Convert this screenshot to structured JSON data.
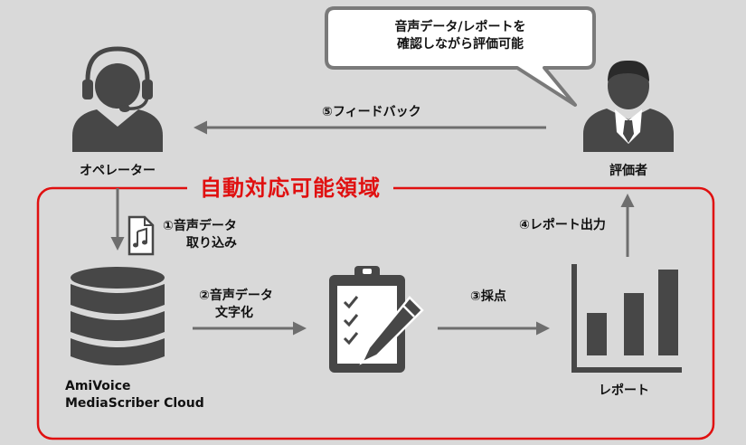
{
  "speech_bubble": {
    "line1": "音声データ/レポートを",
    "line2": "確認しながら評価可能"
  },
  "operator": {
    "label": "オペレーター"
  },
  "evaluator": {
    "label": "評価者"
  },
  "feedback": {
    "label": "⑤フィードバック"
  },
  "auto_region": {
    "title": "自動対応可能領域"
  },
  "step1": {
    "line1": "①音声データ",
    "line2": "取り込み"
  },
  "step2": {
    "line1": "②音声データ",
    "line2": "文字化"
  },
  "step3": {
    "label": "③採点"
  },
  "step4": {
    "label": "④レポート出力"
  },
  "database": {
    "line1": "AmiVoice",
    "line2": "MediaScriber Cloud"
  },
  "report": {
    "label": "レポート"
  },
  "colors": {
    "background": "#d9d9d9",
    "icon": "#474747",
    "arrow": "#6e6e6e",
    "accent_red": "#e01010",
    "bubble_fill": "#ffffff"
  }
}
